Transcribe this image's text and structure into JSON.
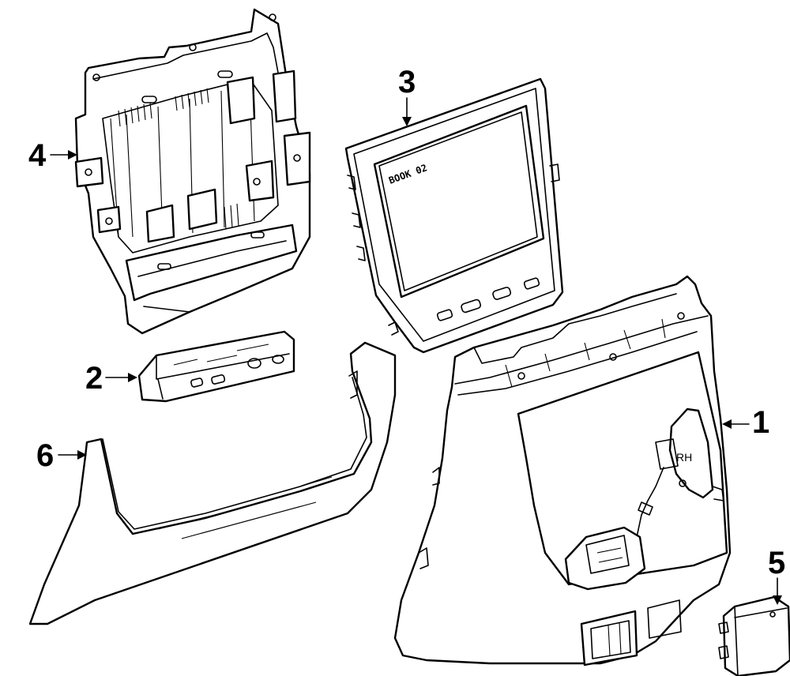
{
  "callouts": [
    {
      "id": "1",
      "label": "1"
    },
    {
      "id": "2",
      "label": "2"
    },
    {
      "id": "3",
      "label": "3"
    },
    {
      "id": "4",
      "label": "4"
    },
    {
      "id": "5",
      "label": "5"
    },
    {
      "id": "6",
      "label": "6"
    }
  ],
  "part_markings": {
    "screen_text": "BOOK 02",
    "side_marking": "RH"
  }
}
